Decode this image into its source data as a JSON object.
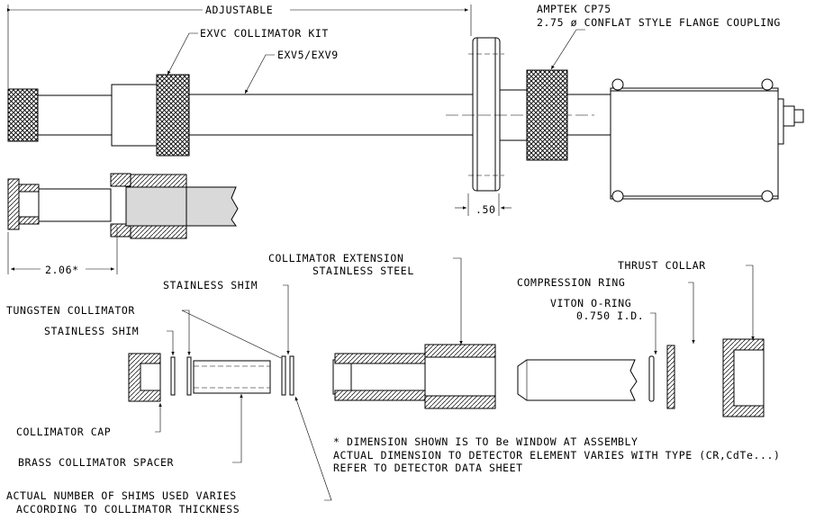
{
  "title_dim": "ADJUSTABLE",
  "top": {
    "kit_label": "EXVC COLLIMATOR KIT",
    "extension_label": "EXV5/EXV9",
    "flange_label_line1": "AMPTEK CP75",
    "flange_label_line2": "2.75 ø CONFLAT STYLE FLANGE COUPLING",
    "flange_dim": ".50",
    "section_dim": "2.06*"
  },
  "bottom": {
    "collimator_extension_line1": "COLLIMATOR EXTENSION",
    "collimator_extension_line2": "STAINLESS STEEL",
    "thrust_collar": "THRUST COLLAR",
    "compression_ring": "COMPRESSION RING",
    "viton_line1": "VITON O-RING",
    "viton_line2": "0.750 I.D.",
    "stainless_shim_top": "STAINLESS SHIM",
    "tungsten_collimator": "TUNGSTEN COLLIMATOR",
    "stainless_shim_left": "STAINLESS SHIM",
    "collimator_cap": "COLLIMATOR CAP",
    "brass_spacer": "BRASS COLLIMATOR SPACER",
    "shims_note_line1": "ACTUAL NUMBER OF SHIMS USED VARIES",
    "shims_note_line2": "ACCORDING TO COLLIMATOR THICKNESS"
  },
  "notes": {
    "line1": "* DIMENSION SHOWN IS TO Be WINDOW AT ASSEMBLY",
    "line2": "ACTUAL DIMENSION TO DETECTOR ELEMENT VARIES WITH TYPE (CR,CdTe...)",
    "line3": "REFER TO DETECTOR DATA SHEET"
  }
}
